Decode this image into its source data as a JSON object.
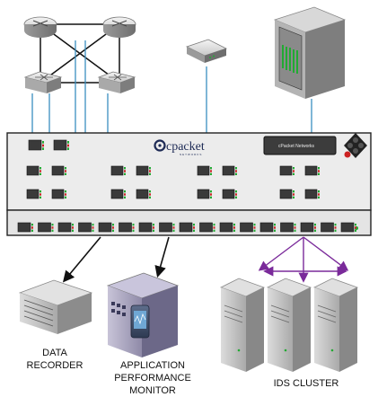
{
  "appliance": {
    "brand": "cpacket",
    "brand_sub": "NETWORKS",
    "display_text": "cPacket Networks"
  },
  "labels": {
    "data_recorder": [
      "DATA",
      "RECORDER"
    ],
    "app_monitor": [
      "APPLICATION",
      "PERFORMANCE",
      "MONITOR"
    ],
    "ids_cluster": "IDS CLUSTER"
  },
  "colors": {
    "cable_blue": "#3a8fc0",
    "arrow_purple": "#7a2a9a",
    "arrow_black": "#111111",
    "chassis": "#e9e9e9",
    "port_led_green": "#22aa33",
    "port_led_red": "#cc2222"
  }
}
